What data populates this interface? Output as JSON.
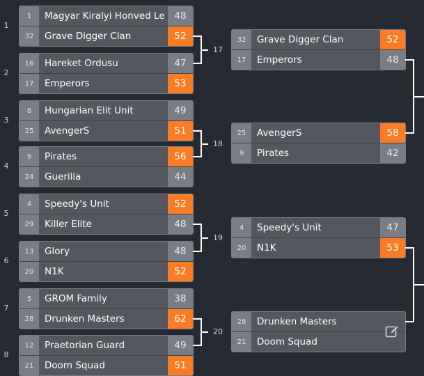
{
  "round1": [
    {
      "num": "1",
      "teams": [
        {
          "seed": "1",
          "name": "Magyar Kiralyi Honved Legio",
          "score": "48",
          "win": false
        },
        {
          "seed": "32",
          "name": "Grave Digger Clan",
          "score": "52",
          "win": true
        }
      ]
    },
    {
      "num": "2",
      "teams": [
        {
          "seed": "16",
          "name": "Hareket Ordusu",
          "score": "47",
          "win": false
        },
        {
          "seed": "17",
          "name": "Emperors",
          "score": "53",
          "win": true
        }
      ]
    },
    {
      "num": "3",
      "teams": [
        {
          "seed": "8",
          "name": "Hungarian Elit Unit",
          "score": "49",
          "win": false
        },
        {
          "seed": "25",
          "name": "AvengerS",
          "score": "51",
          "win": true
        }
      ]
    },
    {
      "num": "4",
      "teams": [
        {
          "seed": "9",
          "name": "Pirates",
          "score": "56",
          "win": true
        },
        {
          "seed": "24",
          "name": "Guerilla",
          "score": "44",
          "win": false
        }
      ]
    },
    {
      "num": "5",
      "teams": [
        {
          "seed": "4",
          "name": "Speedy's Unit",
          "score": "52",
          "win": true
        },
        {
          "seed": "29",
          "name": "Killer Elite",
          "score": "48",
          "win": false
        }
      ]
    },
    {
      "num": "6",
      "teams": [
        {
          "seed": "13",
          "name": "Glory",
          "score": "48",
          "win": false
        },
        {
          "seed": "20",
          "name": "N1K",
          "score": "52",
          "win": true
        }
      ]
    },
    {
      "num": "7",
      "teams": [
        {
          "seed": "5",
          "name": "GROM Family",
          "score": "38",
          "win": false
        },
        {
          "seed": "28",
          "name": "Drunken Masters",
          "score": "62",
          "win": true
        }
      ]
    },
    {
      "num": "8",
      "teams": [
        {
          "seed": "12",
          "name": "Praetorian Guard",
          "score": "49",
          "win": false
        },
        {
          "seed": "21",
          "name": "Doom Squad",
          "score": "51",
          "win": true
        }
      ]
    }
  ],
  "round2": [
    {
      "num": "17",
      "teams": [
        {
          "seed": "32",
          "name": "Grave Digger Clan",
          "score": "52",
          "win": true
        },
        {
          "seed": "17",
          "name": "Emperors",
          "score": "48",
          "win": false
        }
      ]
    },
    {
      "num": "18",
      "teams": [
        {
          "seed": "25",
          "name": "AvengerS",
          "score": "58",
          "win": true
        },
        {
          "seed": "9",
          "name": "Pirates",
          "score": "42",
          "win": false
        }
      ]
    },
    {
      "num": "19",
      "teams": [
        {
          "seed": "4",
          "name": "Speedy's Unit",
          "score": "47",
          "win": false
        },
        {
          "seed": "20",
          "name": "N1K",
          "score": "53",
          "win": true
        }
      ]
    },
    {
      "num": "20",
      "teams": [
        {
          "seed": "28",
          "name": "Drunken Masters",
          "score": "",
          "win": false
        },
        {
          "seed": "21",
          "name": "Doom Squad",
          "score": "",
          "win": false
        }
      ],
      "editable": true
    }
  ],
  "colors": {
    "background": "#262a33",
    "win": "#fa7d25",
    "cell": "#54575e",
    "seed": "#7a7d84"
  },
  "icons": {
    "edit": "edit-score-icon"
  }
}
